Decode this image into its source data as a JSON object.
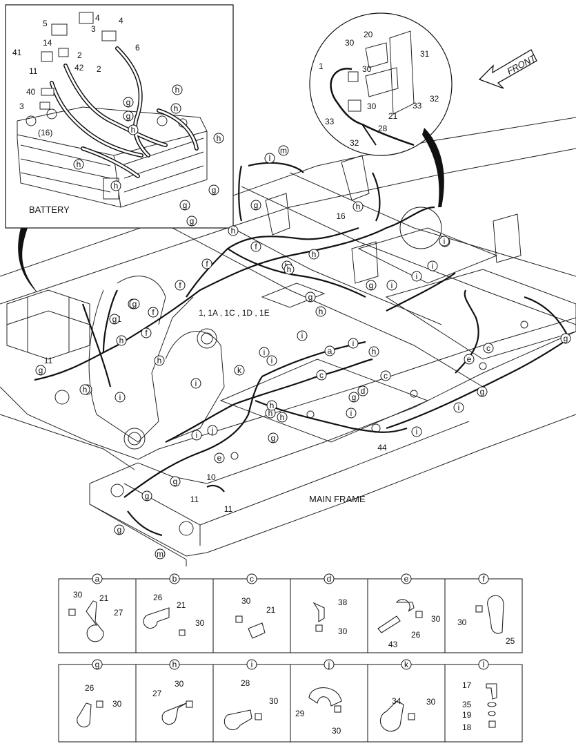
{
  "labels": {
    "battery": "BATTERY",
    "main_frame": "MAIN FRAME",
    "front": "FRONT",
    "harness": "1, 1A , 1C , 1D , 1E"
  },
  "battery_callouts": [
    "5",
    "4",
    "4",
    "3",
    "14",
    "41",
    "2",
    "42",
    "2",
    "6",
    "11",
    "40",
    "3",
    "(16)",
    "g",
    "g",
    "h",
    "h",
    "h",
    "h",
    "h",
    "h"
  ],
  "main_callouts": [
    "m",
    "l",
    "g",
    "g",
    "h",
    "16",
    "g",
    "g",
    "h",
    "h",
    "f",
    "f",
    "h",
    "g",
    "f",
    "h",
    "g",
    "g",
    "h",
    "f",
    "g",
    "h",
    "f",
    "h",
    "i",
    "h",
    "11",
    "11",
    "h",
    "k",
    "a",
    "c",
    "h",
    "c",
    "d",
    "g",
    "i",
    "i",
    "i",
    "i",
    "j",
    "e",
    "g",
    "i",
    "i",
    "i",
    "g",
    "g",
    "i",
    "i",
    "e",
    "c",
    "g",
    "i",
    "44",
    "g",
    "i",
    "i",
    "g",
    "10",
    "11",
    "11",
    "m",
    "g",
    "g",
    "g",
    "h",
    "h",
    "i",
    "h",
    "i"
  ],
  "detail_callouts": [
    "1",
    "20",
    "31",
    "30",
    "30",
    "30",
    "33",
    "32",
    "33",
    "21",
    "28",
    "32"
  ],
  "panels_row1": [
    {
      "letter": "a",
      "parts": [
        "30",
        "21",
        "27"
      ]
    },
    {
      "letter": "b",
      "parts": [
        "26",
        "21",
        "30"
      ]
    },
    {
      "letter": "c",
      "parts": [
        "30",
        "21"
      ]
    },
    {
      "letter": "d",
      "parts": [
        "38",
        "30"
      ]
    },
    {
      "letter": "e",
      "parts": [
        "30",
        "26",
        "43"
      ]
    },
    {
      "letter": "f",
      "parts": [
        "30",
        "25"
      ]
    }
  ],
  "panels_row2": [
    {
      "letter": "g",
      "parts": [
        "26",
        "30"
      ]
    },
    {
      "letter": "h",
      "parts": [
        "27",
        "30"
      ]
    },
    {
      "letter": "i",
      "parts": [
        "28",
        "30"
      ]
    },
    {
      "letter": "j",
      "parts": [
        "29",
        "30"
      ]
    },
    {
      "letter": "k",
      "parts": [
        "34",
        "30"
      ]
    },
    {
      "letter": "l",
      "parts": [
        "17",
        "35",
        "19",
        "18"
      ]
    }
  ]
}
